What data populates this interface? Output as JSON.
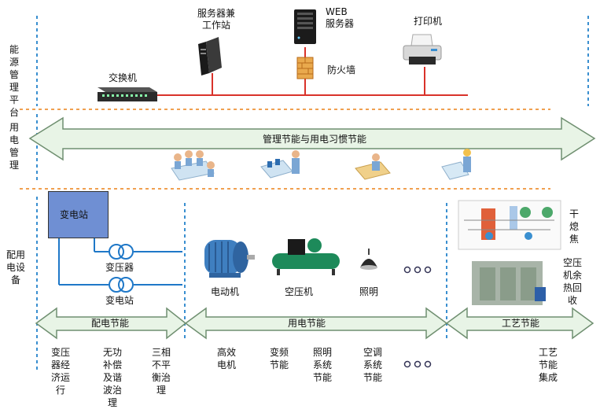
{
  "sections": {
    "platform": "能源\n管理\n平台",
    "usage_mgmt": "用电\n管理",
    "equipment": "配用\n电设\n备"
  },
  "top": {
    "workstation": "服务器兼\n工作站",
    "web_server": "WEB\n服务器",
    "printer": "打印机",
    "switch": "交换机",
    "firewall": "防火墙"
  },
  "management_arrow": "管理节能与用电习惯节能",
  "equipment": {
    "substation_box": "变电站",
    "transformer": "变压器",
    "substation": "变电站",
    "motor": "电动机",
    "compressor": "空压机",
    "lighting": "照明",
    "dry_quench": "干\n熄\n焦",
    "waste_heat": "空压\n机余\n热回\n收"
  },
  "bottom_arrows": {
    "distribution": "配电节能",
    "consumption": "用电节能",
    "process": "工艺节能"
  },
  "bottom_items": {
    "d1": "变压\n器经\n济运\n行",
    "d2": "无功\n补偿\n及谐\n波治\n理",
    "d3": "三相\n不平\n衡治\n理",
    "u1": "高效\n电机",
    "u2": "变频\n节能",
    "u3": "照明\n系统\n节能",
    "u4": "空调\n系统\n节能",
    "p1": "工艺\n节能\n集成"
  },
  "colors": {
    "network_line": "#d9322a",
    "dash_orange": "#f0a050",
    "dash_blue": "#3a8fd0",
    "arrow_fill": "#e8f4e6",
    "arrow_stroke": "#6f8f70",
    "substation_fill": "#6f8fd3",
    "wire_blue": "#1f78c8"
  }
}
